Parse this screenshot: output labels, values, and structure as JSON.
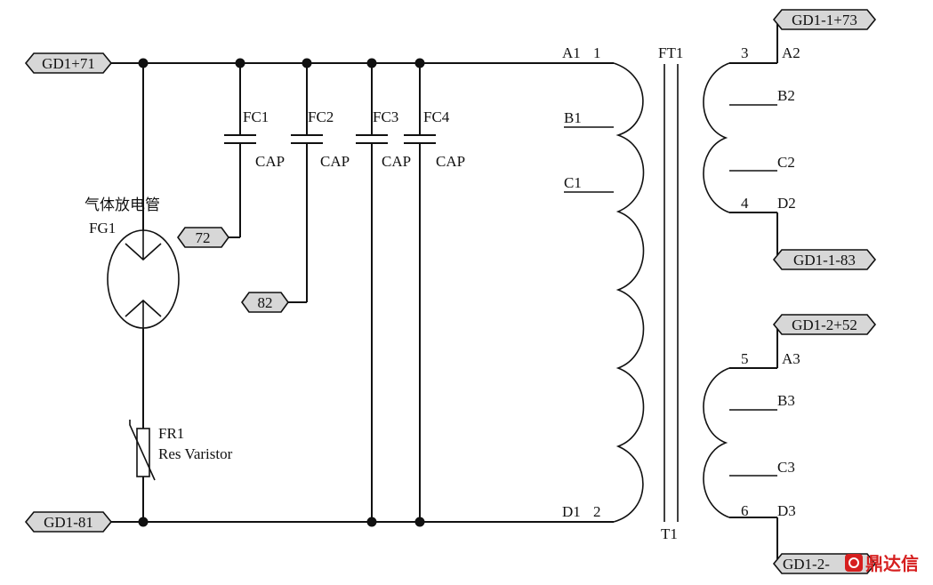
{
  "ports": {
    "gd1_p71": "GD1+71",
    "gd1_m81": "GD1-81",
    "n72": "72",
    "n82": "82",
    "gd1_1_p73": "GD1-1+73",
    "gd1_1_m83": "GD1-1-83",
    "gd1_2_p52": "GD1-2+52",
    "gd1_2_m": "GD1-2-"
  },
  "capacitors": [
    {
      "ref": "FC1",
      "value": "CAP"
    },
    {
      "ref": "FC2",
      "value": "CAP"
    },
    {
      "ref": "FC3",
      "value": "CAP"
    },
    {
      "ref": "FC4",
      "value": "CAP"
    }
  ],
  "gas_tube": {
    "name_cn": "气体放电管",
    "ref": "FG1"
  },
  "varistor": {
    "ref": "FR1",
    "name": "Res Varistor"
  },
  "transformer": {
    "ref_top": "FT1",
    "ref_bottom": "T1",
    "primary": {
      "a": "A1",
      "a_pin": "1",
      "b": "B1",
      "c": "C1",
      "d": "D1",
      "d_pin": "2"
    },
    "sec1": {
      "top_pin": "3",
      "a": "A2",
      "b": "B2",
      "c": "C2",
      "bottom_pin": "4",
      "d": "D2"
    },
    "sec2": {
      "top_pin": "5",
      "a": "A3",
      "b": "B3",
      "c": "C3",
      "bottom_pin": "6",
      "d": "D3"
    }
  },
  "watermark": "鼎达信"
}
